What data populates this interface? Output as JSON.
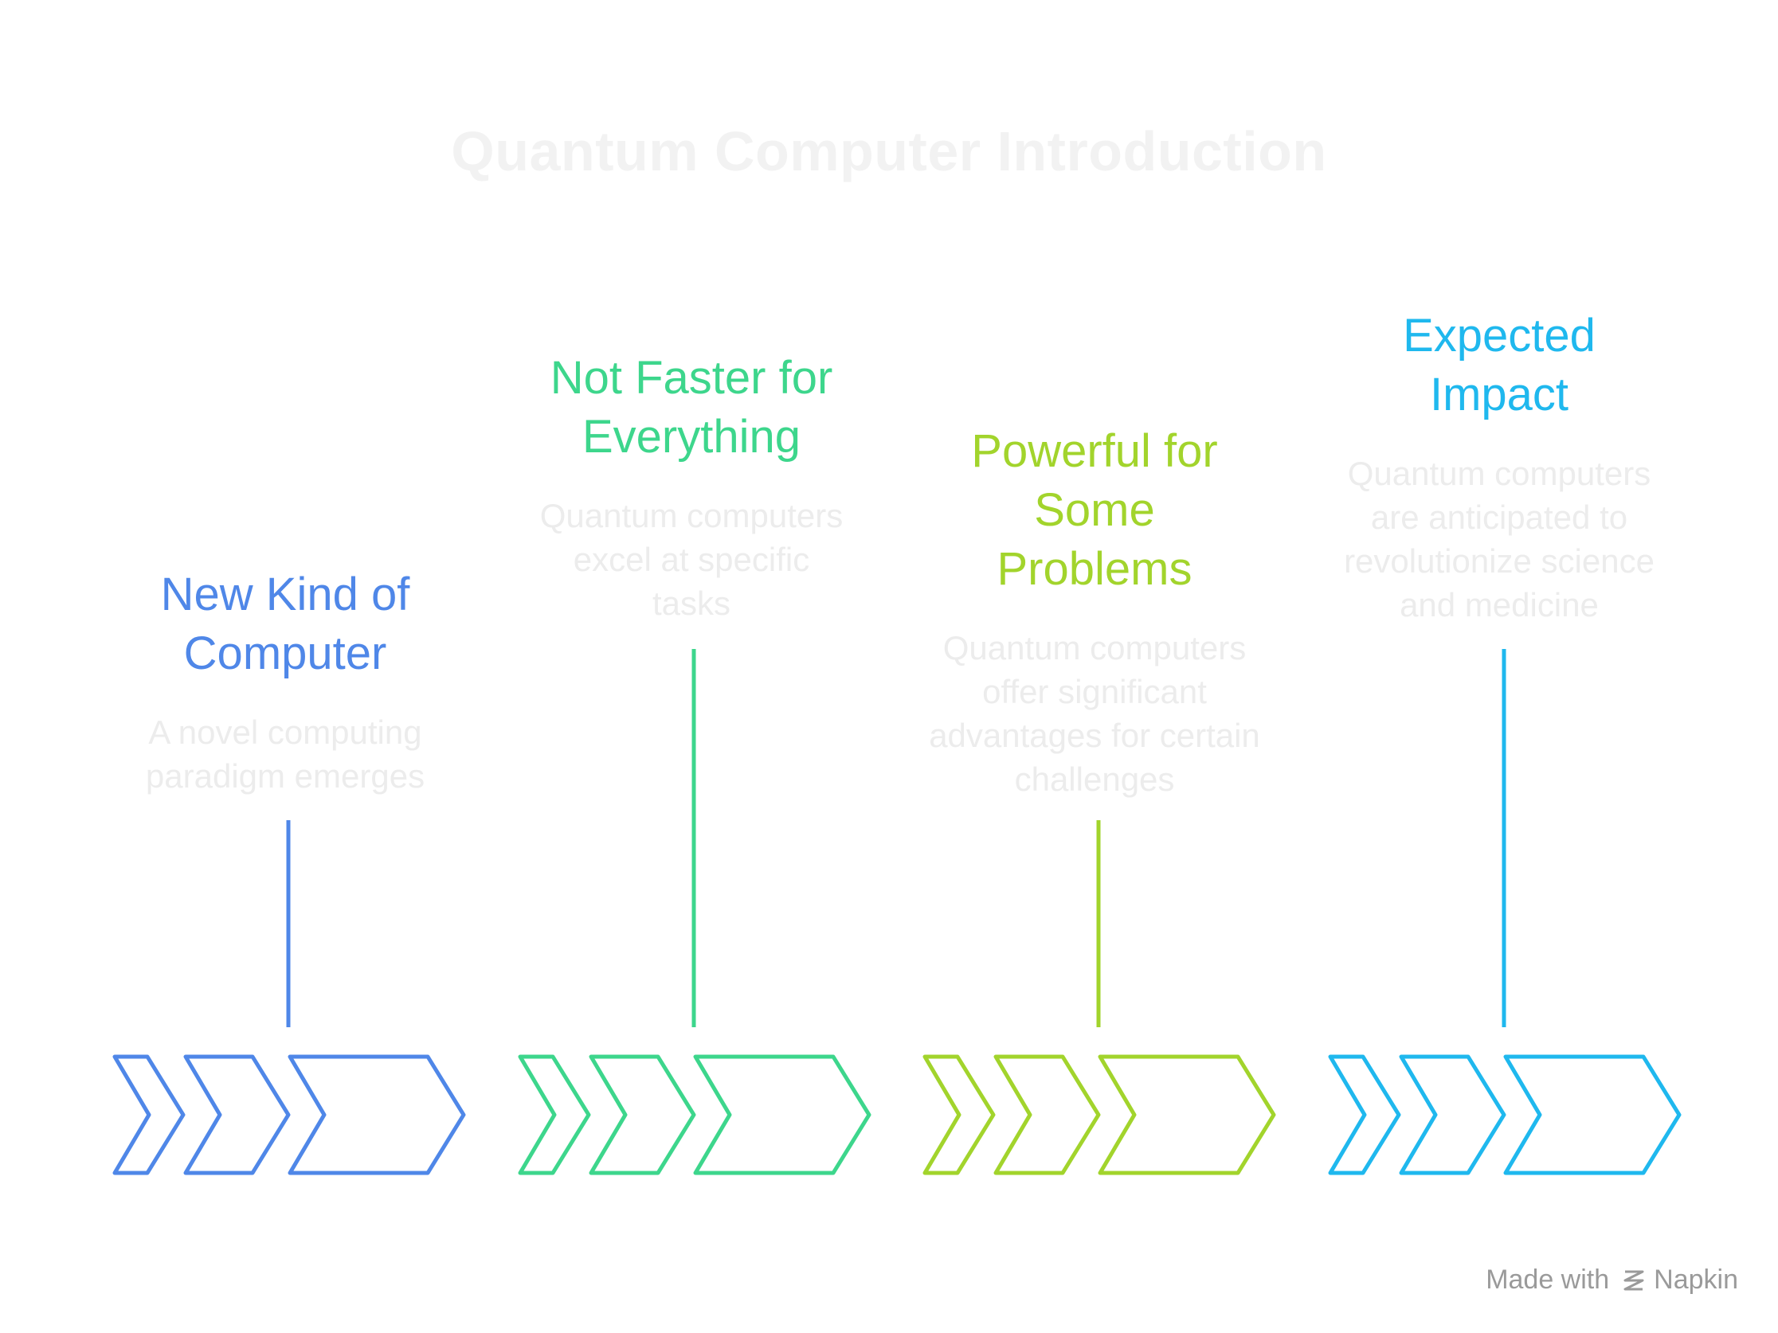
{
  "title": "Quantum Computer Introduction",
  "stages": [
    {
      "title": "New Kind of Computer",
      "description": "A novel computing paradigm emerges",
      "color": "#4f87e8"
    },
    {
      "title": "Not Faster for Everything",
      "description": "Quantum computers excel at specific tasks",
      "color": "#3dd68c"
    },
    {
      "title": "Powerful for Some Problems",
      "description": "Quantum computers offer significant advantages for certain challenges",
      "color": "#a2d42c"
    },
    {
      "title": "Expected Impact",
      "description": "Quantum computers are anticipated to revolutionize science and medicine",
      "color": "#1fb8ee"
    }
  ],
  "credit": {
    "prefix": "Made with",
    "brand": "Napkin"
  }
}
